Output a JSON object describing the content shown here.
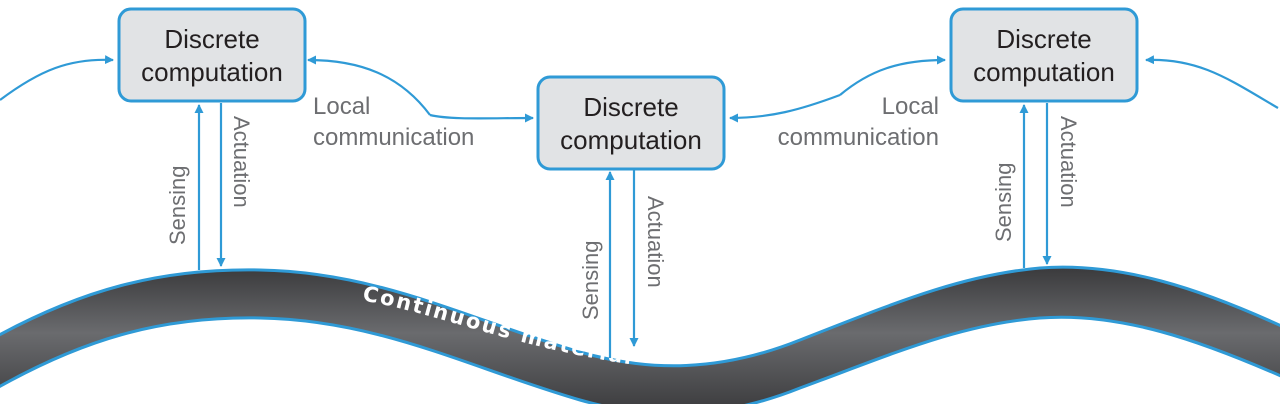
{
  "boxes": [
    {
      "line1": "Discrete",
      "line2": "computation"
    },
    {
      "line1": "Discrete",
      "line2": "computation"
    },
    {
      "line1": "Discrete",
      "line2": "computation"
    }
  ],
  "communication_labels": [
    {
      "line1": "Local",
      "line2": "communication"
    },
    {
      "line1": "Local",
      "line2": "communication"
    }
  ],
  "sensing_label": "Sensing",
  "actuation_label": "Actuation",
  "material_label": "Continuous material",
  "colors": {
    "accent": "#2f9ad6",
    "box_fill": "#e1e3e5",
    "material": "#58595b",
    "label_text": "#6d6e71"
  }
}
